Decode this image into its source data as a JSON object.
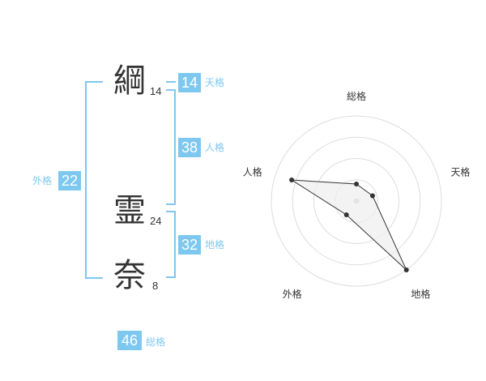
{
  "name": {
    "chars": [
      {
        "kanji": "綱",
        "strokes": "14"
      },
      {
        "kanji": "霊",
        "strokes": "24"
      },
      {
        "kanji": "奈",
        "strokes": "8"
      }
    ]
  },
  "fortune": {
    "tenkaku": {
      "value": "14",
      "label": "天格"
    },
    "jinkaku": {
      "value": "38",
      "label": "人格"
    },
    "chikaku": {
      "value": "32",
      "label": "地格"
    },
    "gaikaku": {
      "value": "22",
      "label": "外格"
    },
    "soukaku": {
      "value": "46",
      "label": "総格"
    }
  },
  "chart_data": {
    "type": "radar",
    "axes": [
      "総格",
      "天格",
      "地格",
      "外格",
      "人格"
    ],
    "values": [
      0.2,
      0.2,
      1.0,
      0.2,
      0.8
    ],
    "rings": 4,
    "grid": true,
    "colors": {
      "fill": "#eeeeee",
      "line": "#333333",
      "grid": "#dddddd",
      "accent": "#7ec8f0"
    }
  }
}
